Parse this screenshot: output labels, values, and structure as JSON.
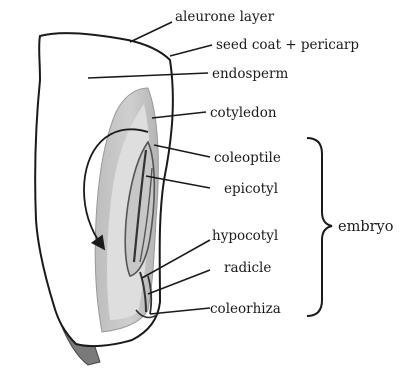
{
  "labels": {
    "aleurone": "aleurone layer",
    "seed_coat": "seed coat + pericarp",
    "endosperm": "endosperm",
    "cotyledon": "cotyledon",
    "coleoptile": "coleoptile",
    "epicotyl": "epicotyl",
    "hypocotyl": "hypocotyl",
    "radicle": "radicle",
    "coleorhiza": "coleorhiza",
    "embryo": "embryo"
  }
}
